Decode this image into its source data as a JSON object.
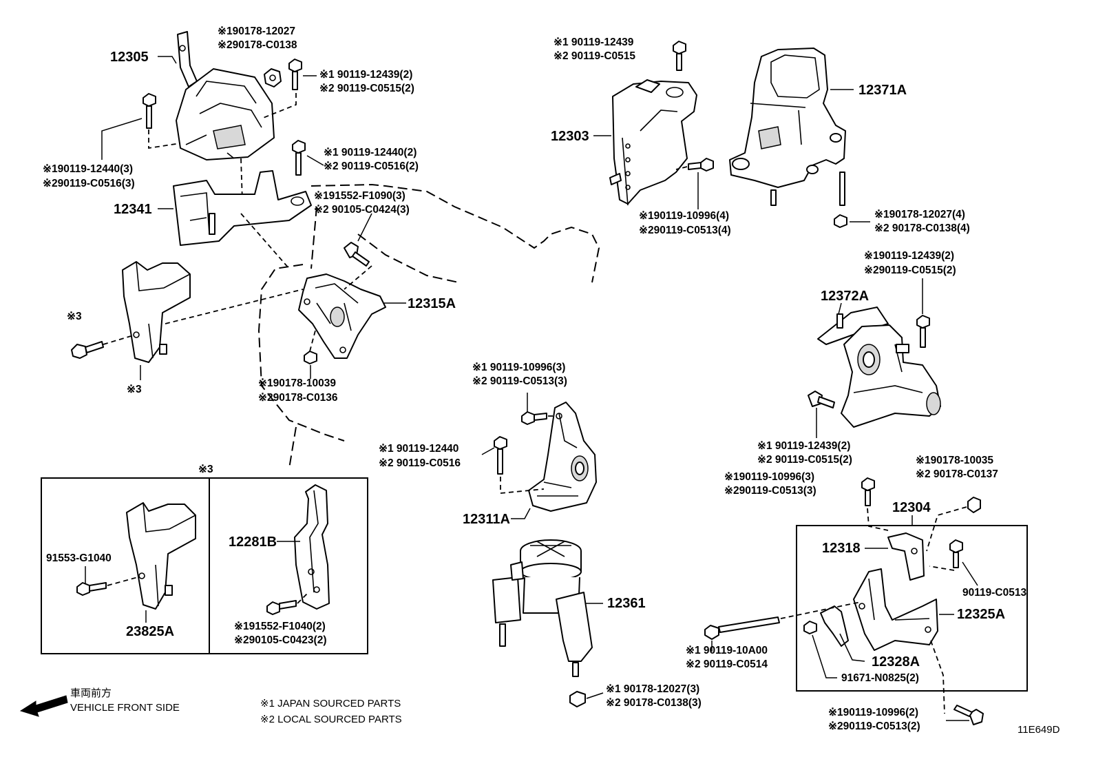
{
  "diagram_id": "11E649D",
  "parts": {
    "p12305": "12305",
    "p12341": "12341",
    "p12315A": "12315A",
    "p12303": "12303",
    "p12371A": "12371A",
    "p12372A": "12372A",
    "p12311A": "12311A",
    "p12361": "12361",
    "p12304": "12304",
    "p12318": "12318",
    "p12325A": "12325A",
    "p12328A": "12328A",
    "p12281B": "12281B",
    "p23825A": "23825A",
    "p91553": "91553-G1040"
  },
  "fasteners": {
    "f1a": "※190178-12027",
    "f1b": "※290178-C0138",
    "f2a": "※1 90119-12439(2)",
    "f2b": "※2 90119-C0515(2)",
    "f3a": "※1 90119-12440(2)",
    "f3b": "※2 90119-C0516(2)",
    "f4a": "※190119-12440(3)",
    "f4b": "※290119-C0516(3)",
    "f5a": "※191552-F1090(3)",
    "f5b": "※2 90105-C0424(3)",
    "f6a": "※190178-10039",
    "f6b": "※290178-C0136",
    "f7a": "※1 90119-12439",
    "f7b": "※2 90119-C0515",
    "f8a": "※190119-10996(4)",
    "f8b": "※290119-C0513(4)",
    "f9a": "※190178-12027(4)",
    "f9b": "※2 90178-C0138(4)",
    "f10a": "※190119-12439(2)",
    "f10b": "※290119-C0515(2)",
    "f11a": "※1 90119-12439(2)",
    "f11b": "※2 90119-C0515(2)",
    "f12a": "※1 90119-10996(3)",
    "f12b": "※2 90119-C0513(3)",
    "f13a": "※1 90119-12440",
    "f13b": "※2 90119-C0516",
    "f14a": "※190178-10035",
    "f14b": "※2 90178-C0137",
    "f15a": "※190119-10996(3)",
    "f15b": "※290119-C0513(3)",
    "f16": "90119-C0513",
    "f17a": "※1 90119-10A00",
    "f17b": "※2 90119-C0514",
    "f18": "91671-N0825(2)",
    "f19a": "※1 90178-12027(3)",
    "f19b": "※2 90178-C0138(3)",
    "f20a": "※190119-10996(2)",
    "f20b": "※290119-C0513(2)",
    "f21a": "※191552-F1040(2)",
    "f21b": "※290105-C0423(2)",
    "mark3a": "※3",
    "mark3b": "※3",
    "mark3box": "※3"
  },
  "legend": {
    "direction_jp": "車両前方",
    "direction_en": "VEHICLE FRONT SIDE",
    "note1": "※1 JAPAN SOURCED PARTS",
    "note2": "※2 LOCAL SOURCED PARTS"
  }
}
